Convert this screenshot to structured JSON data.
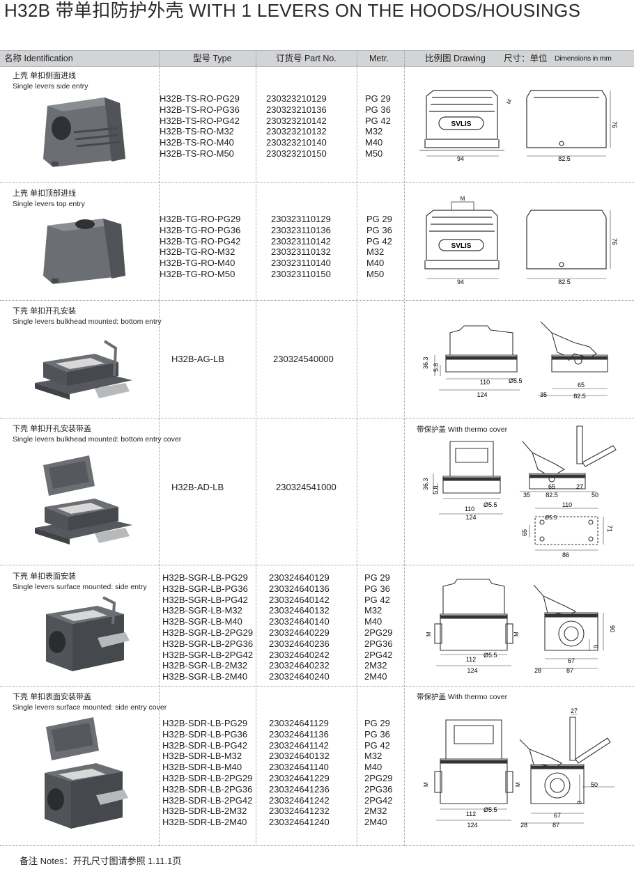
{
  "title": "H32B 带单扣防护外壳   WITH 1 LEVERS ON THE HOODS/HOUSINGS",
  "header": {
    "identification": "名称 Identification",
    "type": "型号 Type",
    "part_no": "订货号 Part No.",
    "metr": "Metr.",
    "drawing": "比例图 Drawing",
    "dimensions": "尺寸：单位",
    "dimensions_en": "Dimensions in mm"
  },
  "rows": [
    {
      "cn": "上壳  单扣侧面进线",
      "en": "Single levers side entry",
      "types": "H32B-TS-RO-PG29\nH32B-TS-RO-PG36\nH32B-TS-RO-PG42\nH32B-TS-RO-M32\nH32B-TS-RO-M40\nH32B-TS-RO-M50",
      "parts": "230323210129\n230323210136\n230323210142\n230323210132\n230323210140\n230323210150",
      "metr": "PG 29\nPG 36\nPG 42\nM32\nM40\nM50",
      "dims": {
        "a": "94",
        "b": "82.5",
        "h": "76",
        "m": "M"
      }
    },
    {
      "cn": "上壳  单扣顶部进线",
      "en": "Single levers top entry",
      "types": "H32B-TG-RO-PG29\nH32B-TG-RO-PG36\nH32B-TG-RO-PG42\nH32B-TG-RO-M32\nH32B-TG-RO-M40\nH32B-TG-RO-M50",
      "parts": "230323110129\n230323110136\n230323110142\n230323110132\n230323110140\n230323110150",
      "metr": "PG 29\nPG 36\nPG 42\nM32\nM40\nM50",
      "dims": {
        "a": "94",
        "b": "82.5",
        "h": "76",
        "m": "M"
      }
    },
    {
      "cn": "下壳  单扣开孔安装",
      "en": "Single levers bulkhead mounted: bottom entry",
      "types": "H32B-AG-LB",
      "parts": "230324540000",
      "metr": "",
      "dims": {
        "h1": "36.3",
        "h2": "5.8",
        "a": "110",
        "b": "124",
        "hole": "Ø5.5",
        "c": "65",
        "d": "82.5",
        "e": "35"
      }
    },
    {
      "cn": "下壳  单扣开孔安装带盖",
      "en": "Single levers bulkhead mounted: bottom entry cover",
      "types": "H32B-AD-LB",
      "parts": "230324541000",
      "metr": "",
      "caption": "带保护盖 With thermo cover",
      "dims": {
        "h1": "36.3",
        "h2": "5.8",
        "a": "110",
        "b": "124",
        "hole": "Ø5.5",
        "c": "65",
        "d": "82.5",
        "e": "35",
        "f": "27",
        "g": "50",
        "w": "110",
        "w2": "86",
        "h3": "65",
        "h4": "71",
        "hole2": "Ø5.5"
      }
    },
    {
      "cn": "下壳  单扣表面安装",
      "en": "Single levers surface mounted: side entry",
      "types": "H32B-SGR-LB-PG29\nH32B-SGR-LB-PG36\nH32B-SGR-LB-PG42\nH32B-SGR-LB-M32\nH32B-SGR-LB-M40\nH32B-SGR-LB-2PG29\nH32B-SGR-LB-2PG36\nH32B-SGR-LB-2PG42\nH32B-SGR-LB-2M32\nH32B-SGR-LB-2M40",
      "parts": "230324640129\n230324640136\n230324640142\n230324640132\n230324640140\n230324640229\n230324640236\n230324640242\n230324640232\n230324640240",
      "metr": "PG 29\nPG 36\nPG 42\nM32\nM40\n2PG29\n2PG36\n2PG42\n2M32\n2M40",
      "dims": {
        "a": "112",
        "b": "124",
        "hole": "Ø5.5",
        "c": "67",
        "d": "87",
        "e": "28",
        "h": "90",
        "s": "6",
        "m": "M"
      }
    },
    {
      "cn": "下壳  单扣表面安装带盖",
      "en": "Single levers surface mounted: side entry cover",
      "types": "H32B-SDR-LB-PG29\nH32B-SDR-LB-PG36\nH32B-SDR-LB-PG42\nH32B-SDR-LB-M32\nH32B-SDR-LB-M40\nH32B-SDR-LB-2PG29\nH32B-SDR-LB-2PG36\nH32B-SDR-LB-2PG42\nH32B-SDR-LB-2M32\nH32B-SDR-LB-2M40",
      "parts": "230324641129\n230324641136\n230324641142\n230324640132\n230324641140\n230324641229\n230324641236\n230324641242\n230324641232\n230324641240",
      "metr": "PG 29\nPG 36\nPG 42\nM32\nM40\n2PG29\n2PG36\n2PG42\n2M32\n2M40",
      "caption": "带保护盖 With thermo cover",
      "dims": {
        "a": "112",
        "b": "124",
        "hole": "Ø5.5",
        "c": "67",
        "d": "87",
        "e": "28",
        "f": "27",
        "g": "50",
        "s": "6",
        "m": "M"
      }
    }
  ],
  "logo_text": "SVLIS",
  "notes": "备注 Notes：开孔尺寸图请参照 1.11.1页",
  "colors": {
    "header_bg": "#d3d4d6",
    "housing": "#6b6e72",
    "housing_dark": "#45484c",
    "line": "#333333"
  }
}
